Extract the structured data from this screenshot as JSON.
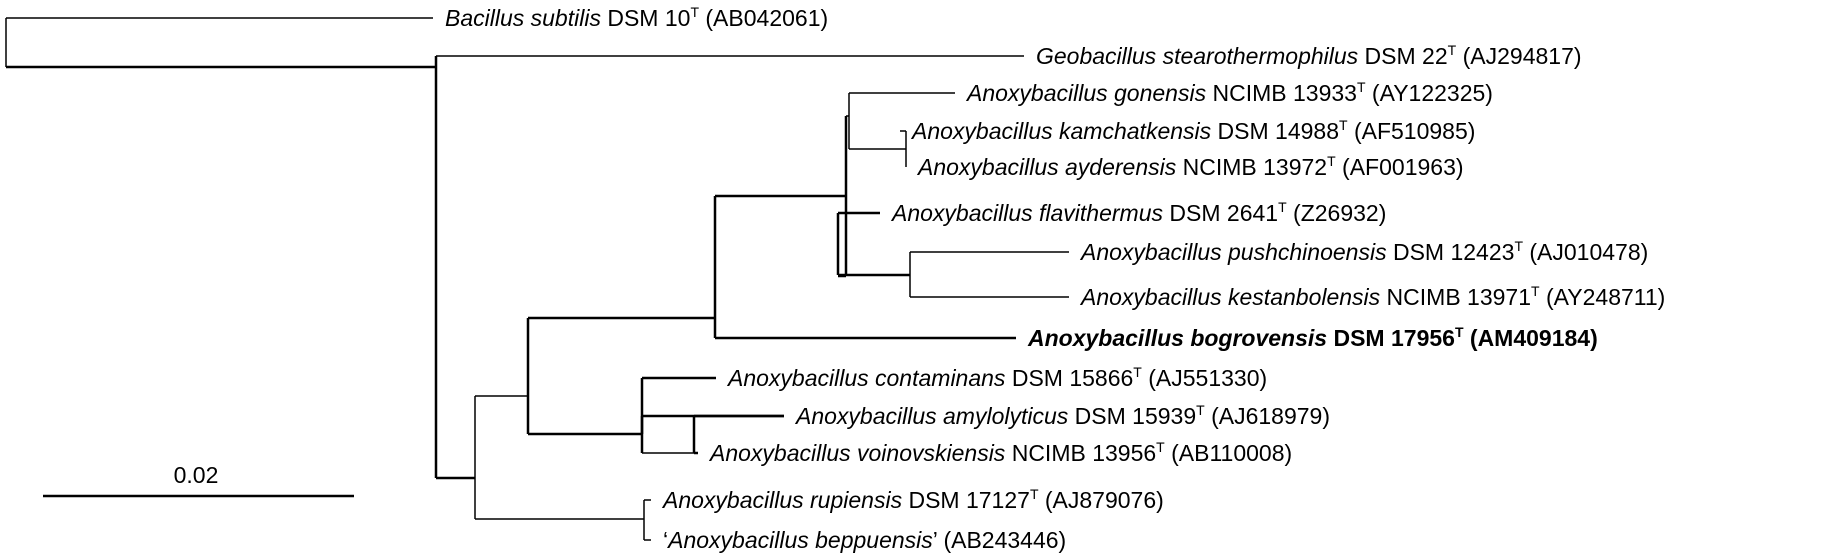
{
  "tree": {
    "line_color": "#000000",
    "taxa": [
      {
        "id": "t1",
        "prefix": "",
        "species": "Bacillus subtilis",
        "suffix": "",
        "strain": "DSM 10",
        "sup": "T",
        "accession": "(AB042061)",
        "bold": false
      },
      {
        "id": "t2",
        "prefix": "",
        "species": "Geobacillus stearothermophilus",
        "suffix": "",
        "strain": "DSM 22",
        "sup": "T",
        "accession": "(AJ294817)",
        "bold": false
      },
      {
        "id": "t3",
        "prefix": "",
        "species": "Anoxybacillus gonensis",
        "suffix": "",
        "strain": "NCIMB 13933",
        "sup": "T",
        "accession": "(AY122325)",
        "bold": false
      },
      {
        "id": "t4",
        "prefix": "",
        "species": "Anoxybacillus kamchatkensis",
        "suffix": "",
        "strain": "DSM 14988",
        "sup": "T",
        "accession": "(AF510985)",
        "bold": false
      },
      {
        "id": "t5",
        "prefix": "",
        "species": "Anoxybacillus ayderensis",
        "suffix": "",
        "strain": "NCIMB 13972",
        "sup": "T",
        "accession": "(AF001963)",
        "bold": false
      },
      {
        "id": "t6",
        "prefix": "",
        "species": "Anoxybacillus flavithermus",
        "suffix": "",
        "strain": "DSM 2641",
        "sup": "T",
        "accession": "(Z26932)",
        "bold": false
      },
      {
        "id": "t7",
        "prefix": "",
        "species": "Anoxybacillus pushchinoensis",
        "suffix": "",
        "strain": "DSM 12423",
        "sup": "T",
        "accession": "(AJ010478)",
        "bold": false
      },
      {
        "id": "t8",
        "prefix": "",
        "species": "Anoxybacillus kestanbolensis",
        "suffix": "",
        "strain": "NCIMB 13971",
        "sup": "T",
        "accession": "(AY248711)",
        "bold": false
      },
      {
        "id": "t9",
        "prefix": "",
        "species": "Anoxybacillus bogrovensis",
        "suffix": "",
        "strain": "DSM 17956",
        "sup": "T",
        "accession": "(AM409184)",
        "bold": true
      },
      {
        "id": "t10",
        "prefix": "",
        "species": "Anoxybacillus contaminans",
        "suffix": "",
        "strain": "DSM 15866",
        "sup": "T",
        "accession": "(AJ551330)",
        "bold": false
      },
      {
        "id": "t11",
        "prefix": "",
        "species": "Anoxybacillus amylolyticus",
        "suffix": "",
        "strain": "DSM 15939",
        "sup": "T",
        "accession": "(AJ618979)",
        "bold": false
      },
      {
        "id": "t12",
        "prefix": "",
        "species": "Anoxybacillus voinovskiensis",
        "suffix": "",
        "strain": "NCIMB 13956",
        "sup": "T",
        "accession": "(AB110008)",
        "bold": false
      },
      {
        "id": "t13",
        "prefix": "",
        "species": "Anoxybacillus rupiensis",
        "suffix": "",
        "strain": "DSM 17127",
        "sup": "T",
        "accession": "(AJ879076)",
        "bold": false
      },
      {
        "id": "t14",
        "prefix": "‘",
        "species": "Anoxybacillus beppuensis",
        "suffix": "’",
        "strain": "",
        "sup": "",
        "accession": "(AB243446)",
        "bold": false
      }
    ],
    "scale_bar": {
      "label": "0.02"
    }
  }
}
